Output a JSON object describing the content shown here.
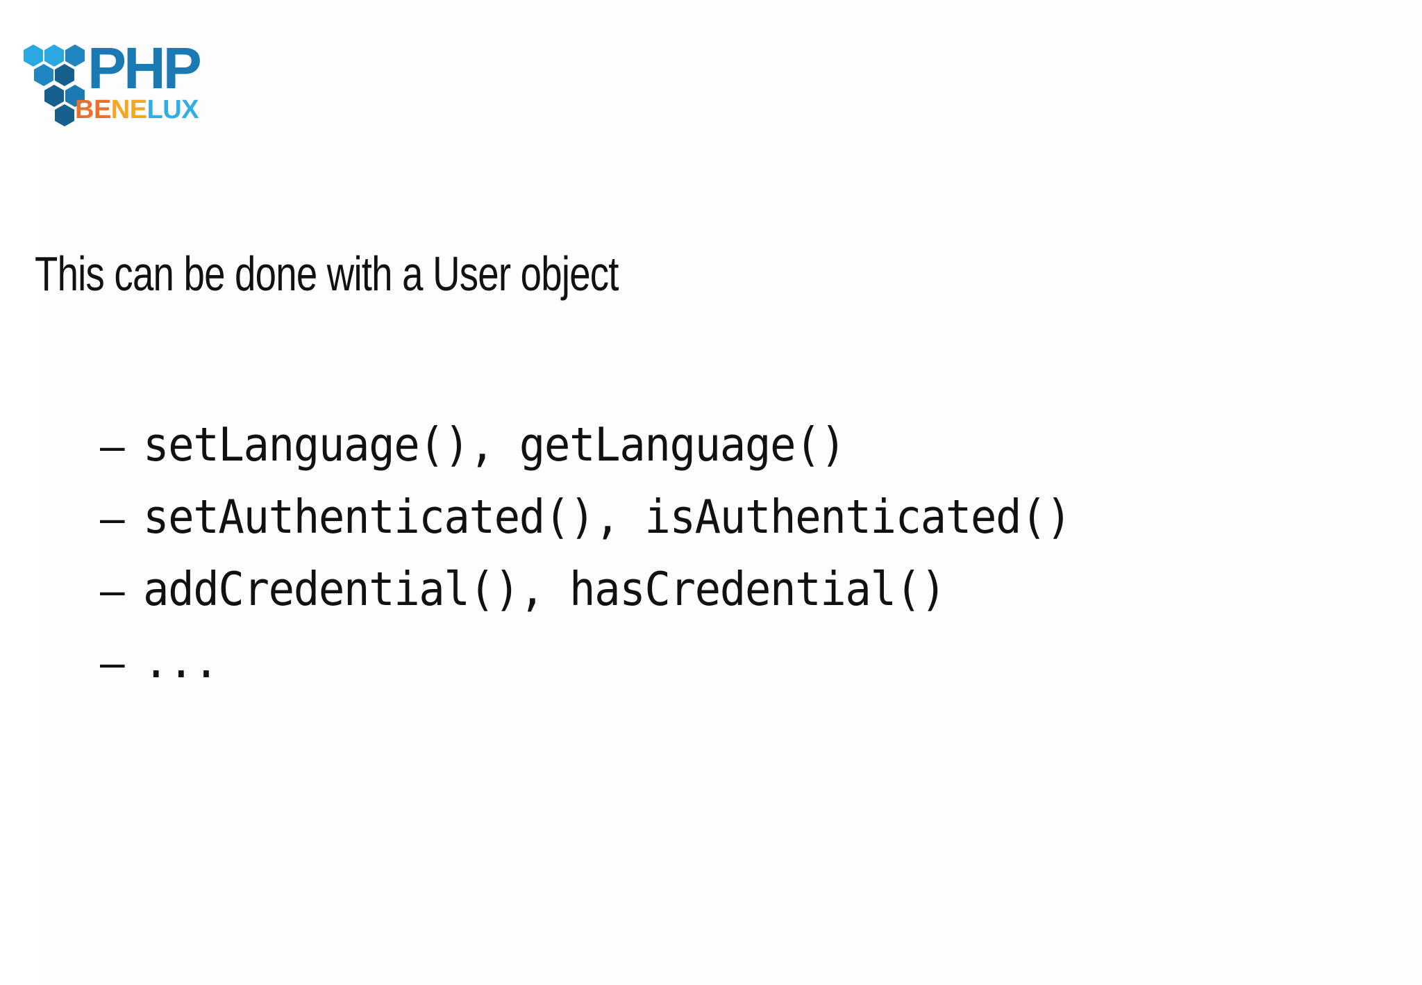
{
  "logo": {
    "wordmark": "PHP",
    "subtitle_parts": [
      {
        "text": "BE",
        "color": "#e8712c"
      },
      {
        "text": "NE",
        "color": "#f4a623"
      },
      {
        "text": "LUX",
        "color": "#33aee3"
      }
    ],
    "colors": {
      "hex_light": "#2ba8e0",
      "hex_mid": "#1f86c2",
      "hex_dark": "#175f8c",
      "php": "#1b79b4"
    }
  },
  "title": "This can be done with a User object",
  "bullets": [
    {
      "dash": "–",
      "text": "setLanguage(), getLanguage()"
    },
    {
      "dash": "–",
      "text": "setAuthenticated(), isAuthenticated()"
    },
    {
      "dash": "–",
      "text": "addCredential(), hasCredential()"
    },
    {
      "dash": "–",
      "text": "..."
    }
  ]
}
